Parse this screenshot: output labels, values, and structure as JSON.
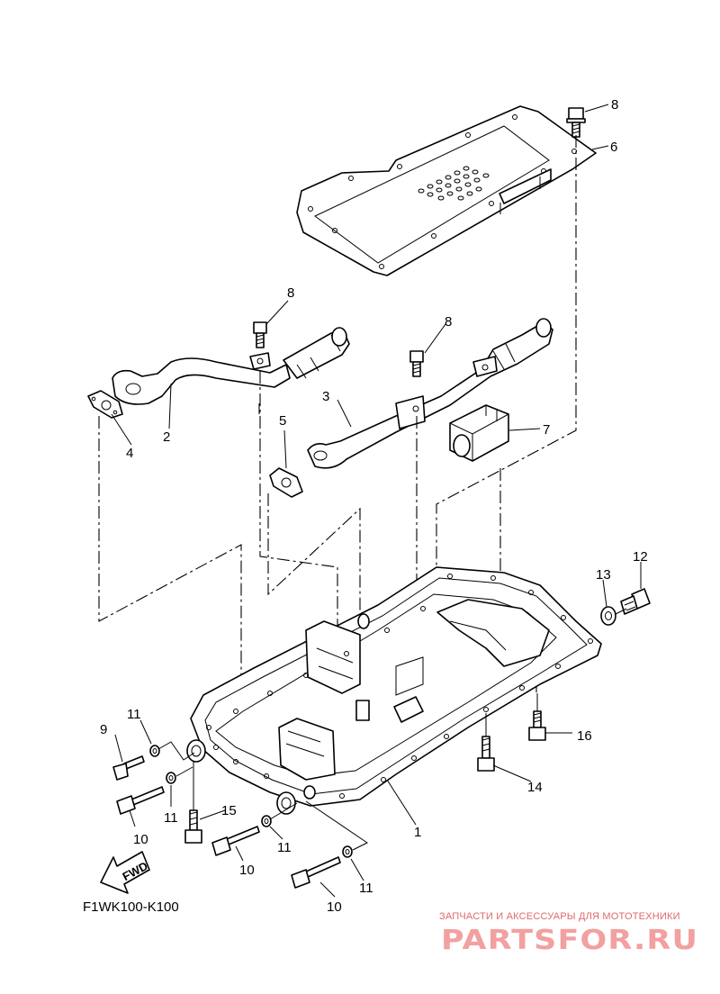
{
  "diagram": {
    "code": "F1WK100-K100",
    "fwd_label": "FWD",
    "callouts": [
      {
        "id": "c1",
        "text": "1"
      },
      {
        "id": "c2",
        "text": "2"
      },
      {
        "id": "c3",
        "text": "3"
      },
      {
        "id": "c4",
        "text": "4"
      },
      {
        "id": "c5",
        "text": "5"
      },
      {
        "id": "c6",
        "text": "6"
      },
      {
        "id": "c7",
        "text": "7"
      },
      {
        "id": "c8a",
        "text": "8"
      },
      {
        "id": "c8b",
        "text": "8"
      },
      {
        "id": "c8c",
        "text": "8"
      },
      {
        "id": "c9",
        "text": "9"
      },
      {
        "id": "c10a",
        "text": "10"
      },
      {
        "id": "c10b",
        "text": "10"
      },
      {
        "id": "c10c",
        "text": "10"
      },
      {
        "id": "c11a",
        "text": "11"
      },
      {
        "id": "c11b",
        "text": "11"
      },
      {
        "id": "c11c",
        "text": "11"
      },
      {
        "id": "c11d",
        "text": "11"
      },
      {
        "id": "c12",
        "text": "12"
      },
      {
        "id": "c13",
        "text": "13"
      },
      {
        "id": "c14",
        "text": "14"
      },
      {
        "id": "c15",
        "text": "15"
      },
      {
        "id": "c16",
        "text": "16"
      }
    ]
  },
  "watermark": {
    "tagline": "ЗАПЧАСТИ И АКСЕССУАРЫ ДЛЯ МОТОТЕХНИКИ",
    "logo": "PARTSFOR.RU",
    "color": "#e06a6a"
  }
}
